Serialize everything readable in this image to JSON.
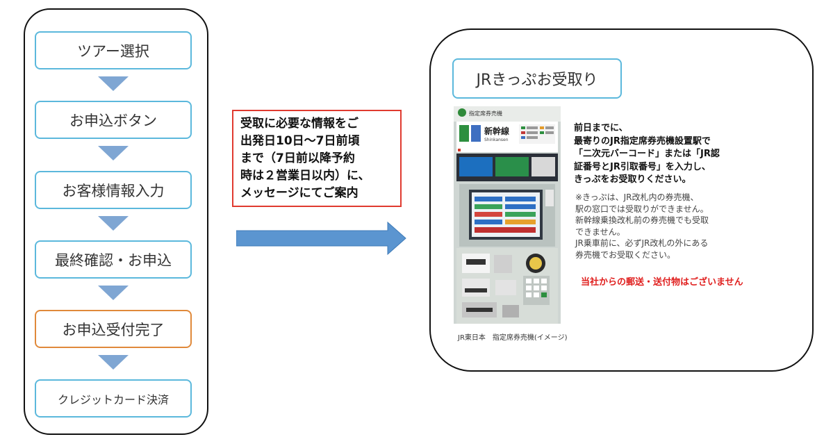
{
  "flow": {
    "steps": [
      {
        "label": "ツアー選択"
      },
      {
        "label": "お申込ボタン"
      },
      {
        "label": "お客様情報入力"
      },
      {
        "label": "最終確認・お申込"
      },
      {
        "label": "お申込受付完了"
      },
      {
        "label": "クレジットカード決済"
      }
    ]
  },
  "note": {
    "lines": [
      "受取に必要な情報をご",
      "出発日10日～7日前頃",
      "まで（7日前以降予約",
      "時は２営業日以内）に、",
      "メッセージにてご案内"
    ],
    "border_color": "#e03a2f"
  },
  "pickup": {
    "title": "JRきっぷお受取り",
    "machine_header": "指定席券売機",
    "machine_brand": "新幹線",
    "machine_brand_sub": "Shinkansen",
    "caption": "JR東日本　指定席券売機(イメージ)",
    "instructions": [
      "前日までに、",
      "最寄りのJR指定席券売機設置駅で",
      "「二次元バーコード」または「JR認",
      "証番号とJR引取番号」を入力し、",
      "きっぷをお受取りください。"
    ],
    "notes": [
      "※きっぷは、JR改札内の券売機、",
      "駅の窓口では受取りができません。",
      "新幹線乗換改札前の券売機でも受取",
      "できません。",
      "JR乗車前に、必ずJR改札の外にある",
      "券売機でお受取ください。"
    ],
    "warning": "当社からの郵送・送付物はございません"
  },
  "colors": {
    "step_border": "#5bb8dc",
    "step_done_border": "#e0893a",
    "connector": "#7fa6d3",
    "arrow": "#5b95d0",
    "warning": "#e0201f"
  }
}
